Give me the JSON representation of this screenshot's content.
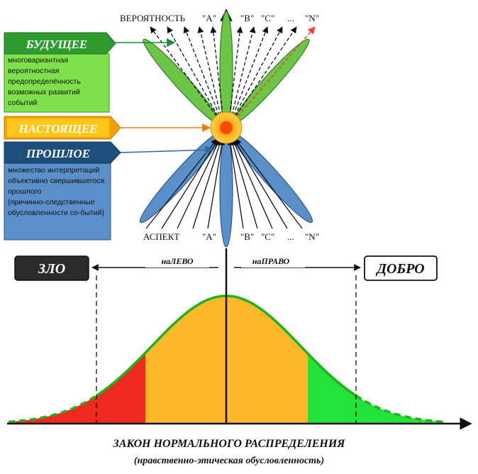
{
  "top_diagram": {
    "future": {
      "label": "БУДУЩЕЕ",
      "description": [
        "многовариантная",
        "вероятностная",
        "предопределённость",
        "возможных развитий",
        "событий"
      ]
    },
    "present": {
      "label": "НАСТОЯЩЕЕ"
    },
    "past": {
      "label": "ПРОШЛОЕ",
      "description": [
        "множество интерпретаций",
        "объективно свершившегося",
        "прошлого",
        "(причинно-следственные",
        "обусловленности со-бытий)"
      ]
    },
    "top_axis": {
      "prefix": "ВЕРОЯТНОСТЬ",
      "labels": [
        "\"A\"",
        "\"B\"",
        "\"C\"",
        "...",
        "\"N\""
      ]
    },
    "bottom_axis": {
      "prefix": "АСПЕКТ",
      "labels": [
        "\"A\"",
        "\"B\"",
        "\"C\"",
        "...",
        "\"N\""
      ]
    }
  },
  "bottom_diagram": {
    "left_box": "ЗЛО",
    "right_box": "ДОБРО",
    "left_arrow_label": "наЛЕВО",
    "right_arrow_label": "наПРАВО",
    "title": "ЗАКОН НОРМАЛЬНОГО РАСПРЕДЕЛЕНИЯ",
    "subtitle": "(нравственно-этическая обусловленность)"
  },
  "colors": {
    "future_dark": "#2e9b2e",
    "future_light": "#7ee04a",
    "present_dark": "#f2a100",
    "present_light": "#ffc61a",
    "past_dark": "#1d4e7c",
    "past_light": "#5b8fc9",
    "petal_green": "#6cc544",
    "petal_blue": "#5b8fc9",
    "core": "#ff5a00",
    "core_ring": "#ffc020",
    "curve_line": "#1db31d",
    "fill_center": "#fbb829",
    "fill_left_tail": "#ef2a1e",
    "fill_right_tail": "#22e33a"
  }
}
